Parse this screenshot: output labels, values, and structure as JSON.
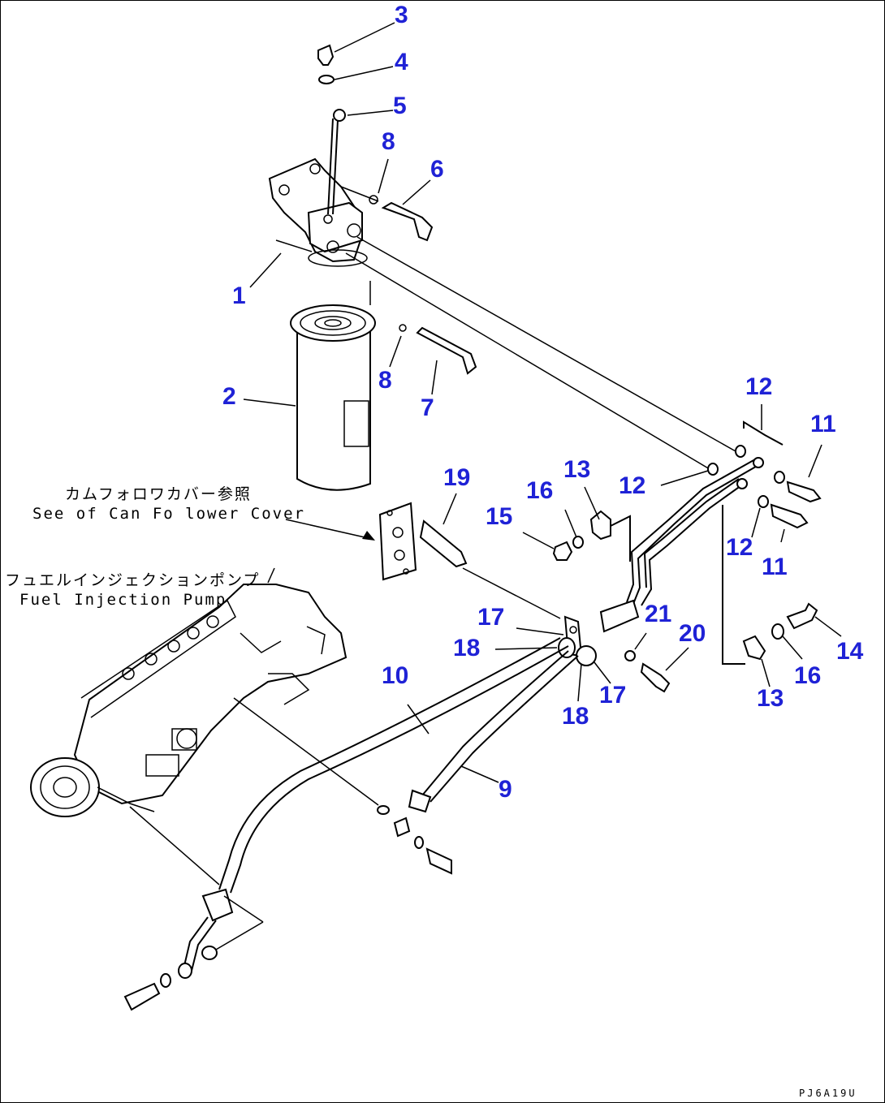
{
  "callouts": [
    {
      "id": "c3",
      "text": "3"
    },
    {
      "id": "c4",
      "text": "4"
    },
    {
      "id": "c5",
      "text": "5"
    },
    {
      "id": "c8a",
      "text": "8"
    },
    {
      "id": "c6",
      "text": "6"
    },
    {
      "id": "c1",
      "text": "1"
    },
    {
      "id": "c8b",
      "text": "8"
    },
    {
      "id": "c7",
      "text": "7"
    },
    {
      "id": "c2",
      "text": "2"
    },
    {
      "id": "c12a",
      "text": "12"
    },
    {
      "id": "c11a",
      "text": "11"
    },
    {
      "id": "c12b",
      "text": "12"
    },
    {
      "id": "c12c",
      "text": "12"
    },
    {
      "id": "c11b",
      "text": "11"
    },
    {
      "id": "c19",
      "text": "19"
    },
    {
      "id": "c13a",
      "text": "13"
    },
    {
      "id": "c16a",
      "text": "16"
    },
    {
      "id": "c15",
      "text": "15"
    },
    {
      "id": "c17a",
      "text": "17"
    },
    {
      "id": "c21",
      "text": "21"
    },
    {
      "id": "c20",
      "text": "20"
    },
    {
      "id": "c18a",
      "text": "18"
    },
    {
      "id": "c14",
      "text": "14"
    },
    {
      "id": "c16b",
      "text": "16"
    },
    {
      "id": "c13b",
      "text": "13"
    },
    {
      "id": "c10",
      "text": "10"
    },
    {
      "id": "c18b",
      "text": "18"
    },
    {
      "id": "c17b",
      "text": "17"
    },
    {
      "id": "c9",
      "text": "9"
    }
  ],
  "notes": {
    "cam_cover_jp": "カムフォロワカバー参照",
    "cam_cover_en": "See of Can Fo lower Cover",
    "pump_jp": "フュエルインジェクションポンプ",
    "pump_en": "Fuel Injection Pump"
  },
  "drawing_code": "PJ6A19U",
  "colors": {
    "callout": "#1f22d6",
    "line": "#000000",
    "background": "#ffffff"
  }
}
